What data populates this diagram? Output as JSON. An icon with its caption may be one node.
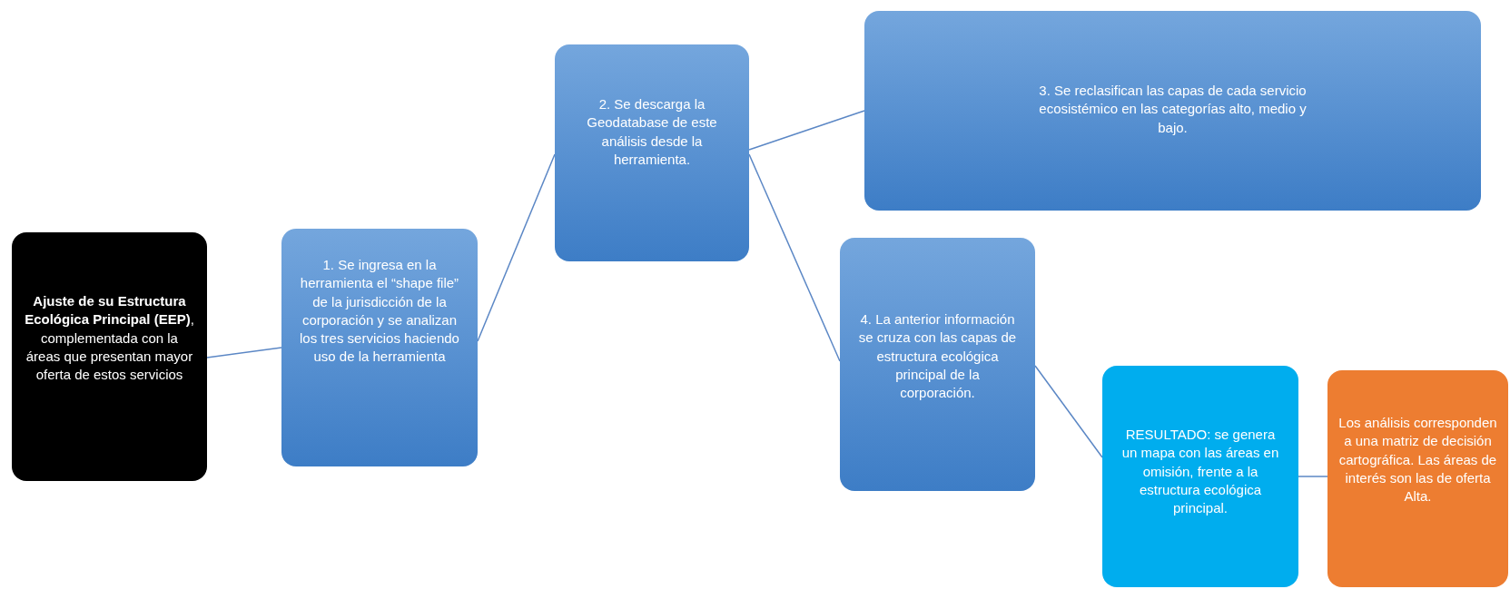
{
  "diagram": {
    "nodes": [
      {
        "text": [
          "**Ajuste de su Estructura Ecológica Principal (EEP)**, complementada con la áreas que presentan mayor oferta de estos servicios"
        ]
      },
      {
        "text": [
          "1. Se ingresa en la herramienta el “shape file” de la jurisdicción de la corporación y se analizan los tres servicios haciendo uso de la herramienta"
        ]
      },
      {
        "text": [
          "2. Se descarga la Geodatabase de este análisis desde la herramienta."
        ]
      },
      {
        "text": [
          "3. Se reclasifican las capas de cada servicio ecosistémico en las categorías alto, medio y bajo."
        ]
      },
      {
        "text": [
          "4. La anterior información se cruza con las capas de estructura ecológica principal  de la corporación."
        ]
      },
      {
        "text": [
          "RESULTADO: se genera un mapa con las áreas en omisión, frente a la estructura ecológica principal."
        ]
      },
      {
        "text": [
          "Los análisis corresponden a una matriz de decisión cartográfica. Las áreas de interés son las de oferta Alta."
        ]
      }
    ],
    "edges": [
      {
        "from": 0,
        "to": 1,
        "arrow": "none"
      },
      {
        "from": 1,
        "to": 2,
        "arrow": "none"
      },
      {
        "from": 2,
        "to": 3,
        "arrow": "none"
      },
      {
        "from": 2,
        "to": 4,
        "arrow": "none"
      },
      {
        "from": 4,
        "to": 5,
        "arrow": "none"
      },
      {
        "from": 5,
        "to": 6,
        "arrow": "none"
      }
    ]
  }
}
